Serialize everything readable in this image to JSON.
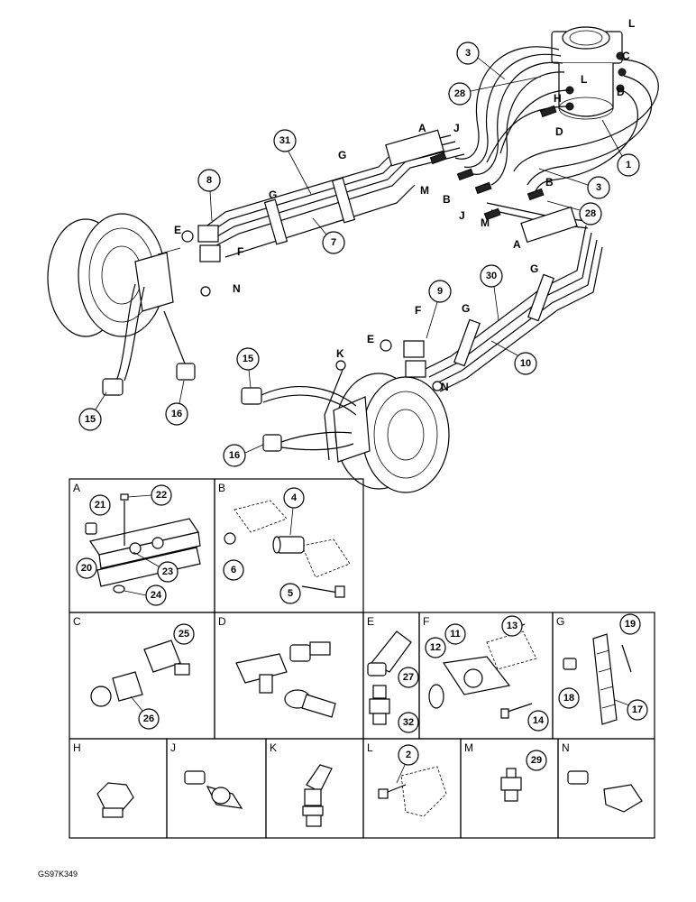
{
  "main_labels": {
    "A1": "A",
    "A2": "A",
    "B1": "B",
    "B2": "B",
    "C": "C",
    "D1": "D",
    "D2": "D",
    "E1": "E",
    "E2": "E",
    "F1": "F",
    "F2": "F",
    "G1": "G",
    "G2": "G",
    "G3": "G",
    "G4": "G",
    "H": "H",
    "J1": "J",
    "J2": "J",
    "K": "K",
    "L1": "L",
    "L2": "L",
    "M1": "M",
    "M2": "M",
    "N1": "N",
    "N2": "N"
  },
  "callouts": {
    "c1": "1",
    "c3a": "3",
    "c3b": "3",
    "c28a": "28",
    "c28b": "28",
    "c31": "31",
    "c8": "8",
    "c7": "7",
    "c9": "9",
    "c30": "30",
    "c10": "10",
    "c15a": "15",
    "c15b": "15",
    "c16a": "16",
    "c16b": "16"
  },
  "panels": {
    "A": {
      "label": "A",
      "callouts": [
        "21",
        "22",
        "20",
        "23",
        "24"
      ]
    },
    "B": {
      "label": "B",
      "callouts": [
        "4",
        "6",
        "5"
      ]
    },
    "C": {
      "label": "C",
      "callouts": [
        "25",
        "26"
      ]
    },
    "D": {
      "label": "D",
      "callouts": []
    },
    "E": {
      "label": "E",
      "callouts": [
        "27",
        "32"
      ]
    },
    "F": {
      "label": "F",
      "callouts": [
        "11",
        "13",
        "12",
        "14"
      ]
    },
    "G": {
      "label": "G",
      "callouts": [
        "19",
        "18",
        "17"
      ]
    },
    "H": {
      "label": "H",
      "callouts": []
    },
    "J": {
      "label": "J",
      "callouts": []
    },
    "K": {
      "label": "K",
      "callouts": []
    },
    "L": {
      "label": "L",
      "callouts": [
        "2"
      ]
    },
    "M": {
      "label": "M",
      "callouts": [
        "29"
      ]
    },
    "N": {
      "label": "N",
      "callouts": []
    }
  },
  "footer_code": "GS97K349"
}
